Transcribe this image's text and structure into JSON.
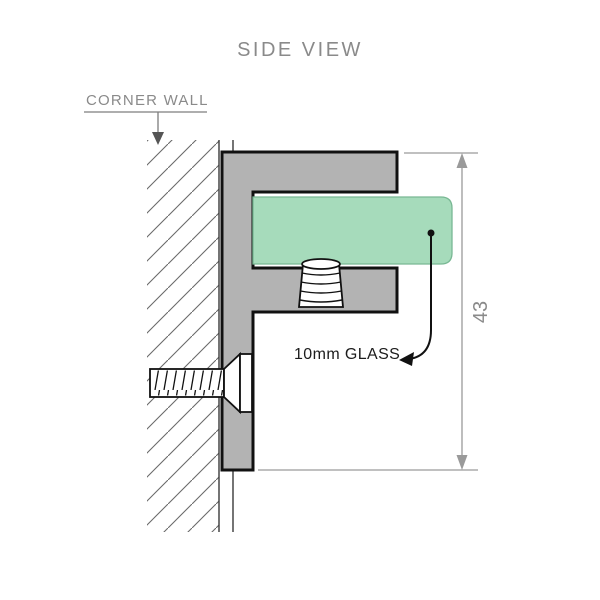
{
  "title": "SIDE VIEW",
  "labels": {
    "wall": "CORNER WALL",
    "glass": "10mm GLASS",
    "dimension": "43"
  },
  "colors": {
    "bg": "#ffffff",
    "glass-fill": "#a6dbbb",
    "glass-stroke": "#79b894",
    "bracket-fill": "#b3b3b3",
    "outline": "#111111",
    "dim-line": "#9a9a9a",
    "label-gray": "#8a8a8a",
    "text-dark": "#1c1c1c"
  },
  "diagram": {
    "type": "technical-side-view",
    "dimension_value": "43",
    "parts": [
      "corner-wall",
      "f-bracket",
      "glass-panel",
      "grub-screw",
      "wall-screw"
    ]
  }
}
